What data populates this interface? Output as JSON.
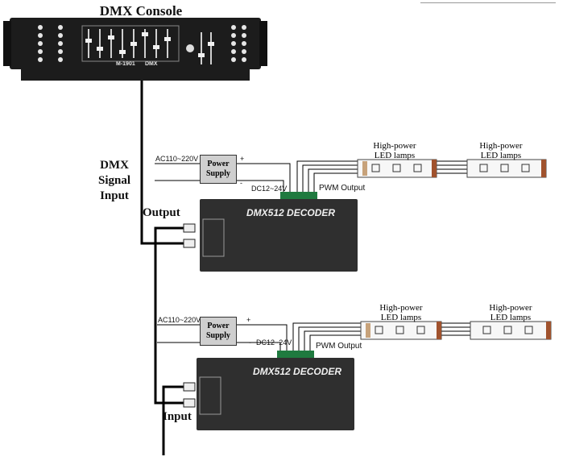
{
  "title": "DMX Console",
  "console": {
    "model": "M-1901",
    "suffix": "DMX"
  },
  "signal_label": [
    "DMX",
    "Signal",
    "Input"
  ],
  "output_label": "Output",
  "input_label": "Input",
  "units": [
    {
      "ac_label": "AC110~220V",
      "power_supply": [
        "Power",
        "Supply"
      ],
      "plus": "+",
      "minus": "-",
      "dc_label": "DC12~24V",
      "pwm_label": "PWM Output",
      "decoder_title": "DMX512 DECODER",
      "lamps": [
        {
          "line1": "High-power",
          "line2": "LED lamps"
        },
        {
          "line1": "High-power",
          "line2": "LED lamps"
        }
      ]
    },
    {
      "ac_label": "AC110~220V",
      "power_supply": [
        "Power",
        "Supply"
      ],
      "plus": "+",
      "minus": "-",
      "dc_label": "DC12~24V",
      "pwm_label": "PWM Output",
      "decoder_title": "DMX512 DECODER",
      "lamps": [
        {
          "line1": "High-power",
          "line2": "LED lamps"
        },
        {
          "line1": "High-power",
          "line2": "LED lamps"
        }
      ]
    }
  ]
}
